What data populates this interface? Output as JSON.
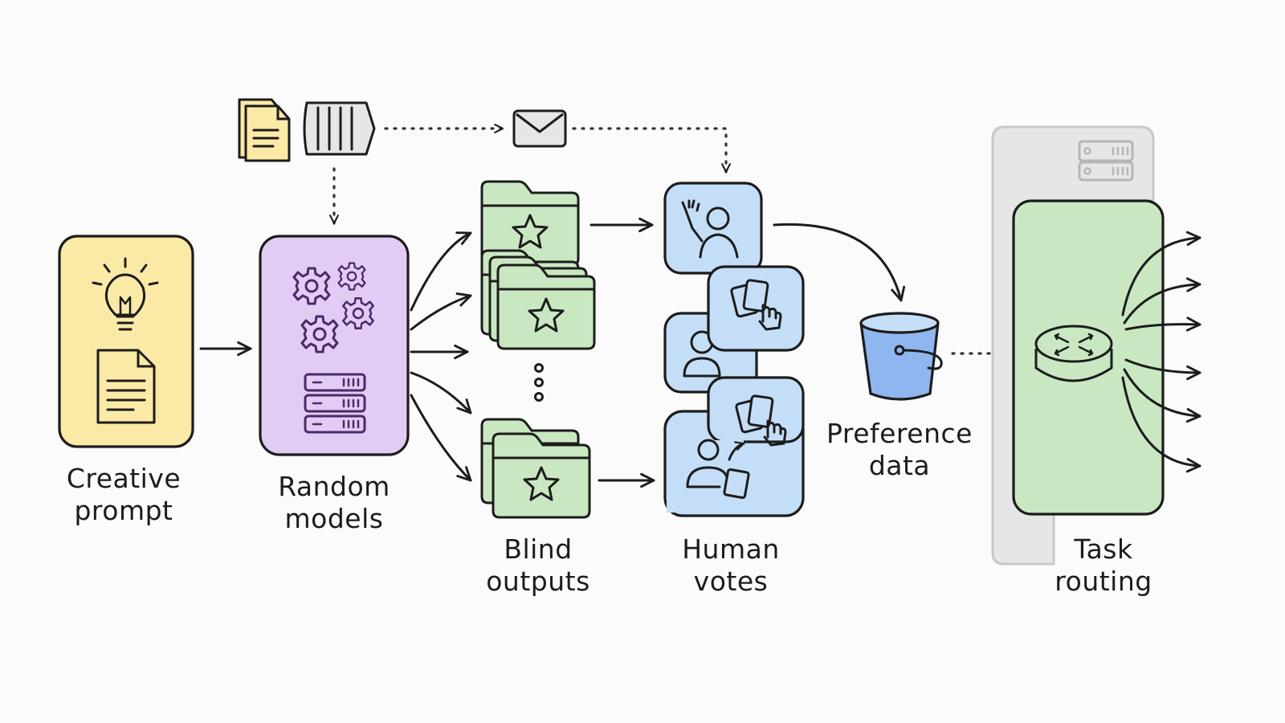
{
  "stages": [
    {
      "id": "prompt",
      "line1": "Creative",
      "line2": "prompt",
      "color": "#fbeaa6"
    },
    {
      "id": "models",
      "line1": "Random",
      "line2": "models",
      "color": "#e2ccf3"
    },
    {
      "id": "outputs",
      "line1": "Blind",
      "line2": "outputs",
      "color": "#c9e8c2"
    },
    {
      "id": "votes",
      "line1": "Human",
      "line2": "votes",
      "color": "#c5def8"
    },
    {
      "id": "preference",
      "line1": "Preference",
      "line2": "data",
      "color": "#8fb6ee"
    },
    {
      "id": "routing",
      "line1": "Task",
      "line2": "routing",
      "color": "#c9e8c2"
    }
  ],
  "colors": {
    "stroke": "#1c1c1c",
    "yellow": "#fbeaa6",
    "purple": "#e2ccf3",
    "green": "#c9e8c2",
    "blue": "#c5def8",
    "bucket": "#8fb6ee",
    "gray_panel": "#e6e6e6",
    "dotted": "#333333"
  },
  "icons": [
    "lightbulb-icon",
    "document-icon",
    "gears-icon",
    "server-icon",
    "folder-star-icon",
    "ellipsis-icon",
    "raised-hand-person-icon",
    "cards-hand-icon",
    "person-icon",
    "bucket-icon",
    "router-icon",
    "envelope-icon",
    "scroll-icon"
  ]
}
